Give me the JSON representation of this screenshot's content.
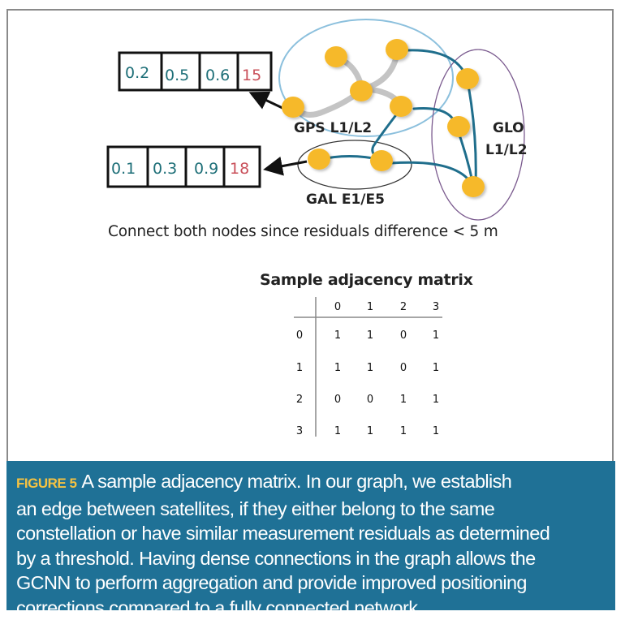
{
  "diagram": {
    "vector_top": {
      "values": [
        "0.2",
        "0.5",
        "0.6",
        "15"
      ],
      "colors": [
        "#1e6f78",
        "#1e6f78",
        "#1e6f78",
        "#c9505a"
      ]
    },
    "vector_bottom": {
      "values": [
        "0.1",
        "0.3",
        "0.9",
        "18"
      ],
      "colors": [
        "#1e6f78",
        "#1e6f78",
        "#1e6f78",
        "#c9505a"
      ]
    },
    "clusters": {
      "gps": "GPS L1/L2",
      "gal": "GAL E1/E5",
      "glo_line1": "GLO",
      "glo_line2": "L1/L2"
    },
    "colors": {
      "node": "#f6b92b",
      "gps_ellipse": "#8cc0dd",
      "gal_ellipse": "#333333",
      "glo_ellipse": "#7a5a8e",
      "intra_edge": "#c0c0c0",
      "inter_edge": "#1f6e8c"
    },
    "connection_note": "Connect both nodes since residuals difference < 5 m"
  },
  "matrix": {
    "title": "Sample adjacency matrix",
    "col_headers": [
      "0",
      "1",
      "2",
      "3"
    ],
    "row_headers": [
      "0",
      "1",
      "2",
      "3"
    ],
    "rows": [
      [
        "1",
        "1",
        "0",
        "1"
      ],
      [
        "1",
        "1",
        "0",
        "1"
      ],
      [
        "0",
        "0",
        "1",
        "1"
      ],
      [
        "1",
        "1",
        "1",
        "1"
      ]
    ]
  },
  "caption": {
    "label": "FIGURE 5",
    "text": "A sample adjacency matrix. In our graph, we establish an edge between satellites, if they either belong to the same constellation or have similar measurement residuals as determined by a threshold. Having dense connections in the graph allows the GCNN to perform aggregation and provide improved positioning corrections compared to a fully connected network.",
    "lines": [
      "A sample adjacency matrix. In our graph, we establish",
      "an edge between satellites, if they either belong to the same",
      "constellation or have similar measurement residuals as determined",
      "by a threshold. Having dense connections in the graph allows the",
      "GCNN to perform aggregation and provide improved positioning",
      "corrections compared to a fully connected network."
    ],
    "background": "#1f7196",
    "label_color": "#f5c242"
  }
}
